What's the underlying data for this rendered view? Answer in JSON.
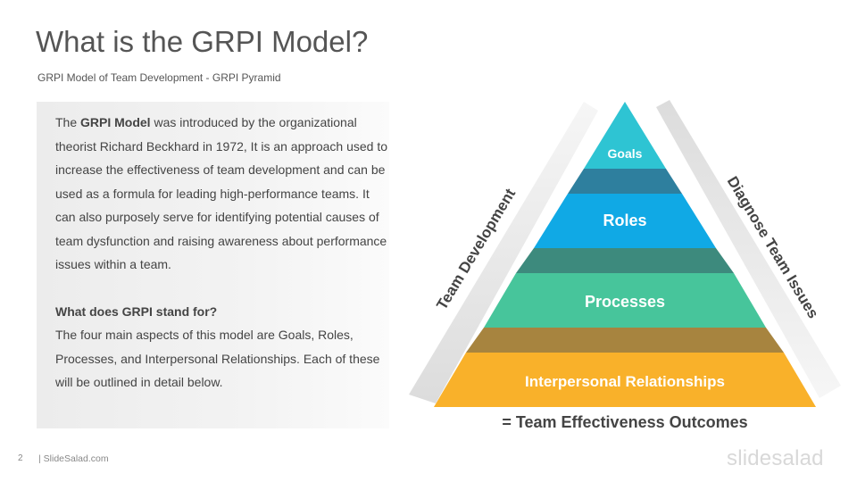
{
  "header": {
    "title": "What is the GRPI Model?",
    "subtitle": "GRPI Model of Team Development - GRPI Pyramid"
  },
  "intro": {
    "prefix": "The ",
    "bold": "GRPI Model",
    "rest": " was introduced by the organizational theorist Richard Beckhard in 1972, It is an approach used to increase the effectiveness of team development and can be used as a formula for leading high-performance teams. It can also purposely serve for identifying potential causes of team dysfunction and raising awareness about performance issues within a team."
  },
  "stand_for": {
    "heading": "What does GRPI stand for?",
    "text": "The four main aspects of this model are Goals, Roles, Processes, and Interpersonal Relationships. Each of these will be outlined in detail below."
  },
  "pyramid": {
    "levels": [
      {
        "label": "Goals",
        "color": "#2ec4d3",
        "shadow": "#2e7f9e"
      },
      {
        "label": "Roles",
        "color": "#10a9e5",
        "shadow": "#3d8a7d"
      },
      {
        "label": "Processes",
        "color": "#47c59b",
        "shadow": "#a7843f"
      },
      {
        "label": "Interpersonal Relationships",
        "color": "#f9b12a"
      }
    ],
    "left_label": "Team Development",
    "right_label": "Diagnose Team Issues",
    "outcome": "= Team Effectiveness Outcomes"
  },
  "footer": {
    "page_number": "2",
    "source": "| SlideSalad.com",
    "logo": "slidesalad"
  }
}
